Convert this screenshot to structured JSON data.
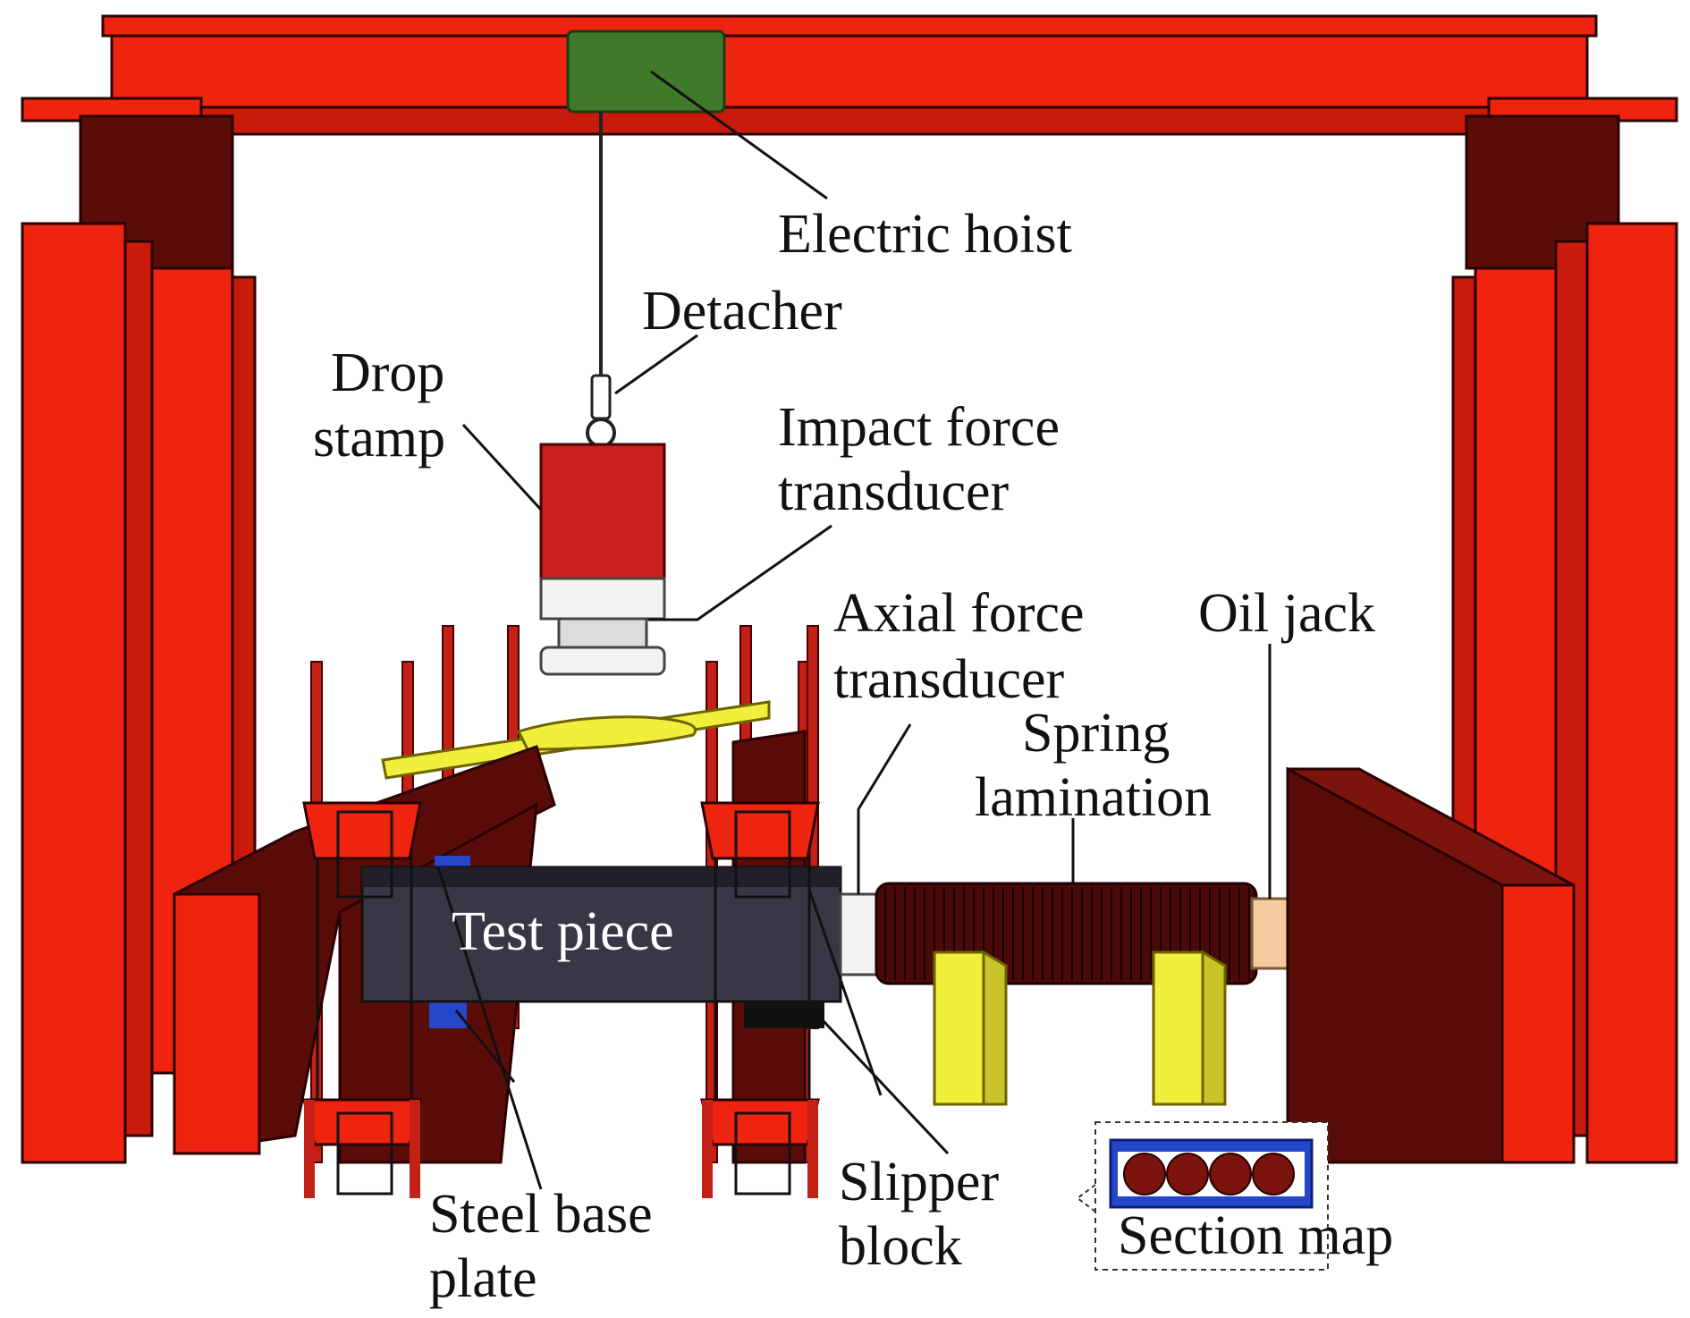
{
  "labels": {
    "electric_hoist": "Electric hoist",
    "detacher": "Detacher",
    "drop_stamp_l1": "Drop",
    "drop_stamp_l2": "stamp",
    "impact_l1": "Impact force",
    "impact_l2": "transducer",
    "axial_l1": "Axial force",
    "axial_l2": "transducer",
    "oil_jack": "Oil jack",
    "spring_l1": "Spring",
    "spring_l2": "lamination",
    "test_piece": "Test piece",
    "slipper_l1": "Slipper",
    "slipper_l2": "block",
    "steel_l1": "Steel base",
    "steel_l2": "plate",
    "section_map": "Section map"
  },
  "colors": {
    "frame_red": "#ee2410",
    "dark_red": "#5a0d08",
    "hoist_green": "#3f7a2a",
    "stamp_red": "#c8201a",
    "test_piece": "#3b3646",
    "spring": "#4a0b08",
    "support_yellow": "#f2ee3c",
    "jack": "#f6caa0",
    "section_blue": "#2446c8",
    "guide_rods": "#c32016"
  }
}
